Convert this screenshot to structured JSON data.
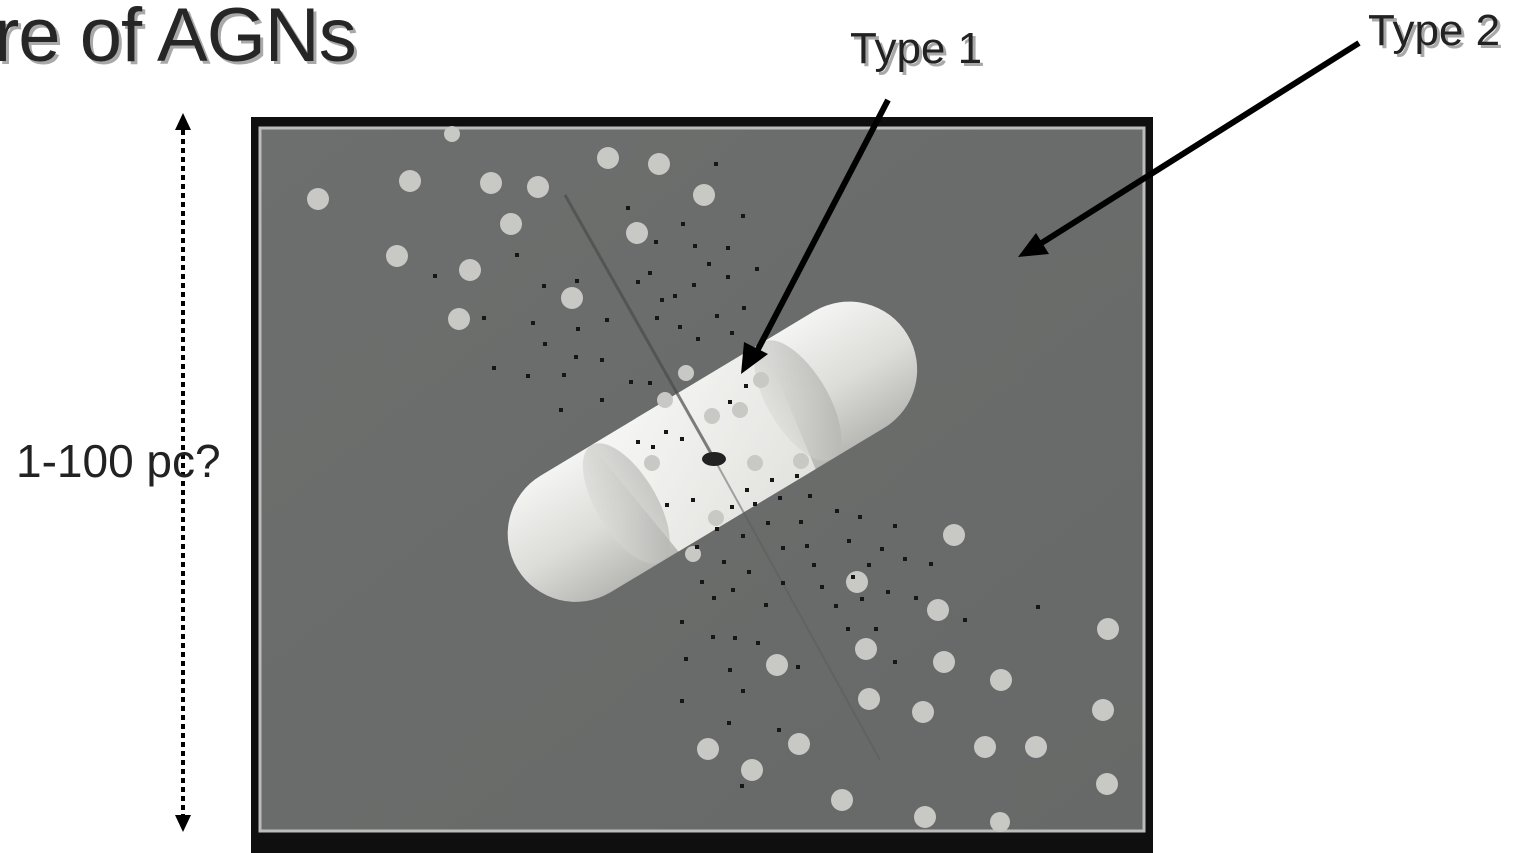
{
  "slide": {
    "title": "re of AGNs",
    "type1_label": "Type 1",
    "type2_label": "Type 2",
    "scale_label": "1-100 pc?"
  },
  "colors": {
    "background": "#ffffff",
    "panel": "#6f7170",
    "torus": "#e6e6e3",
    "cloud": "#c9c9c6",
    "arrow": "#000000"
  }
}
